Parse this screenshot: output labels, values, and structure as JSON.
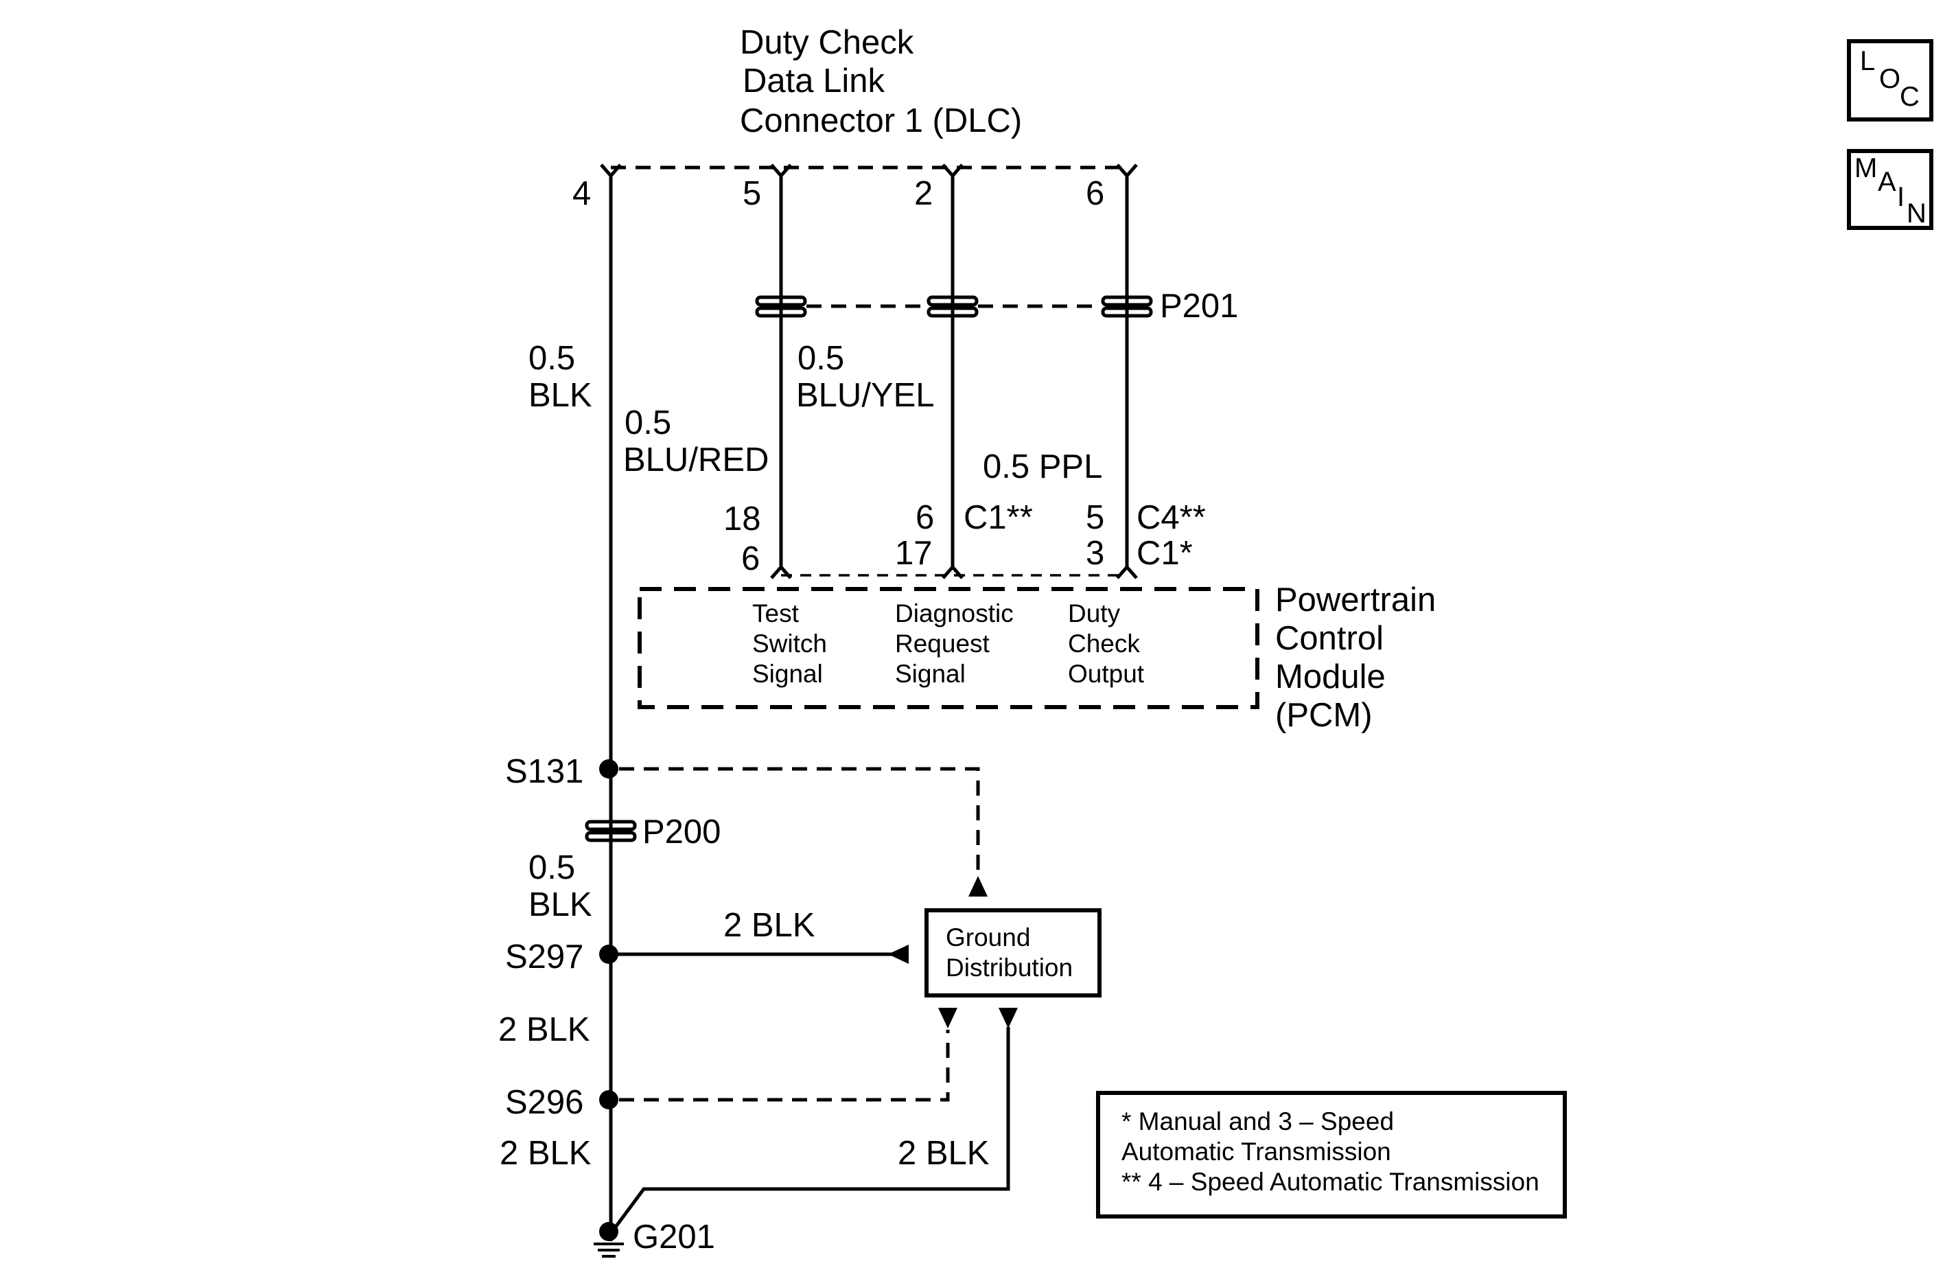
{
  "dlc": {
    "title_lines": [
      "Duty Check",
      "Data Link",
      "Connector 1 (DLC)"
    ],
    "pins": [
      "4",
      "5",
      "2",
      "6"
    ]
  },
  "connector_p201": "P201",
  "wires": {
    "blk_main": [
      "0.5",
      "BLK"
    ],
    "blu_red": [
      "0.5",
      "BLU/RED"
    ],
    "blu_yel": [
      "0.5",
      "BLU/YEL"
    ],
    "ppl": "0.5 PPL"
  },
  "pcm_pins": {
    "test_upper": "18",
    "test_lower": "6",
    "diag_upper": "6",
    "diag_lower": "17",
    "duty_upper": "5",
    "duty_lower": "3",
    "c1_dstar": "C1**",
    "c4_dstar": "C4**",
    "c1_star": "C1*"
  },
  "pcm": {
    "name_lines": [
      "Powertrain",
      "Control",
      "Module",
      "(PCM)"
    ],
    "signals": [
      [
        "Test",
        "Switch",
        "Signal"
      ],
      [
        "Diagnostic",
        "Request",
        "Signal"
      ],
      [
        "Duty",
        "Check",
        "Output"
      ]
    ]
  },
  "splices": [
    "S131",
    "S297",
    "S296"
  ],
  "connector_p200": "P200",
  "lower_wires": {
    "blk_upper": [
      "0.5",
      "BLK"
    ],
    "s297_branch": "2 BLK",
    "mid": "2 BLK",
    "bottom": "2 BLK",
    "right": "2 BLK"
  },
  "ground_distribution": [
    "Ground",
    "Distribution"
  ],
  "ground": "G201",
  "notes": [
    "* Manual and 3 – Speed",
    "Automatic Transmission",
    "** 4 – Speed Automatic Transmission"
  ],
  "nav": {
    "loc": [
      "L",
      "O",
      "C"
    ],
    "main": [
      "M",
      "A",
      "I",
      "N"
    ]
  }
}
